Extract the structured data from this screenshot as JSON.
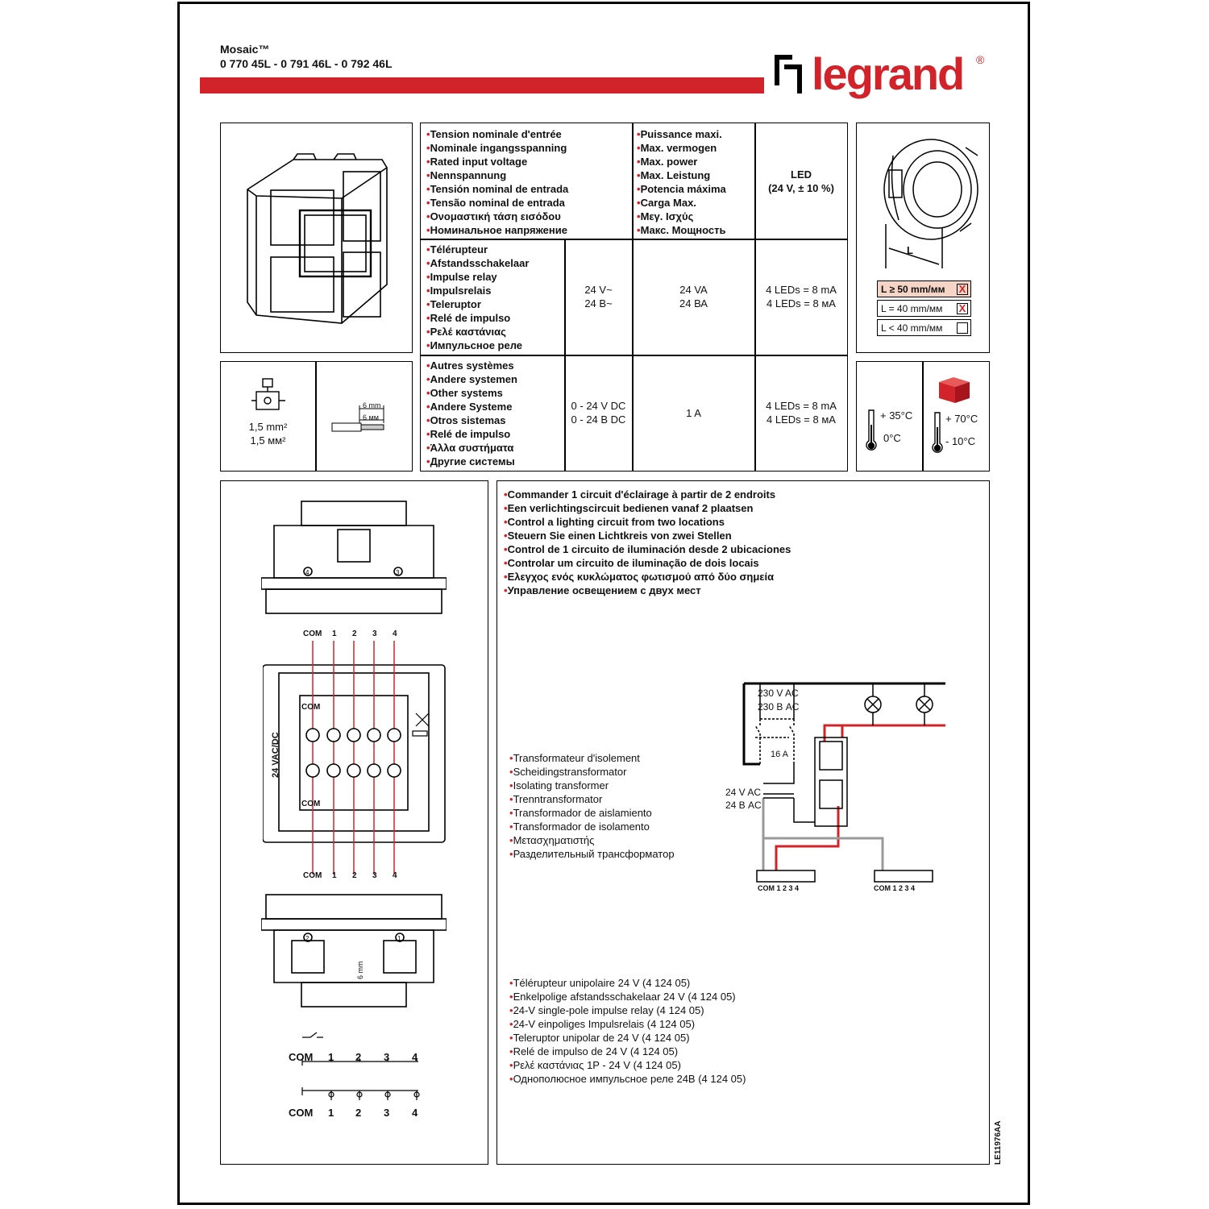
{
  "header": {
    "brand": "legrand",
    "series": "Mosaic™",
    "refs": "0 770 45L - 0 791 46L - 0 792 46L",
    "registered": "®"
  },
  "colors": {
    "accent": "#d2232a",
    "highlight": "#f6d5c6"
  },
  "spec": {
    "voltage_label": [
      "Tension nominale d'entrée",
      "Nominale ingangsspanning",
      "Rated input voltage",
      "Nennspannung",
      "Tensión nominal de entrada",
      "Tensão nominal de entrada",
      "Ονομαστική τάση εισόδου",
      "Номинальное напряжение"
    ],
    "power_label": [
      "Puissance maxi.",
      "Max. vermogen",
      "Max. power",
      "Max. Leistung",
      "Potencia máxima",
      "Carga Max.",
      "Μεγ. Ισχύς",
      "Макс. Мощность"
    ],
    "led_title": "LED",
    "led_sub": "(24 V, ± 10 %)",
    "relay_label": [
      "Télérupteur",
      "Afstandsschakelaar",
      "Impulse relay",
      "Impulsrelais",
      "Teleruptor",
      "Relé de impulso",
      "Ρελέ καστάνιας",
      "Импульсное реле"
    ],
    "relay_voltage": [
      "24 V~",
      "24 В~"
    ],
    "relay_power": [
      "24 VA",
      "24 ВА"
    ],
    "relay_led": [
      "4 LEDs = 8 mA",
      "4 LEDs = 8 мА"
    ],
    "other_label": [
      "Autres systèmes",
      "Andere systemen",
      "Other systems",
      "Andere Systeme",
      "Otros sistemas",
      "Relé de impulso",
      "Άλλα συστήματα",
      "Другие системы"
    ],
    "other_voltage": [
      "0 - 24 V DC",
      "0 - 24 В DC"
    ],
    "other_power": "1 A",
    "other_led": [
      "4 LEDs = 8 mA",
      "4 LEDs = 8 мА"
    ]
  },
  "wire": {
    "section": [
      "1,5 mm²",
      "1,5 мм²"
    ],
    "strip_a": "6 mm",
    "strip_b": "6 мм"
  },
  "mounting": {
    "label": "L",
    "rows": [
      {
        "text": "L ≥ 50 mm/мм",
        "mark": "X"
      },
      {
        "text": "L = 40 mm/мм",
        "mark": "X"
      },
      {
        "text": "L < 40 mm/мм",
        "mark": ""
      }
    ]
  },
  "temps": {
    "use_max": "+ 35°C",
    "use_min": "0°C",
    "store_max": "+ 70°C",
    "store_min": "- 10°C"
  },
  "function": [
    "Commander 1 circuit d'éclairage à partir de 2 endroits",
    "Een verlichtingscircuit bedienen vanaf 2 plaatsen",
    "Control a lighting circuit from two locations",
    "Steuern Sie einen Lichtkreis von zwei Stellen",
    "Control de 1 circuito de iluminación desde 2 ubicaciones",
    "Controlar um circuito de iluminação de dois locais",
    "Ελεγχος ενός κυκλώματος φωτισμού από δύο σημεία",
    "Управление освещением с двух мест"
  ],
  "transformer": [
    "Transformateur d'isolement",
    "Scheidingstransformator",
    "Isolating transformer",
    "Trenntransformator",
    "Transformador de aislamiento",
    "Transformador de isolamento",
    "Μετασχηματιστής",
    "Разделительный трансформатор"
  ],
  "relay_ref": [
    "Télérupteur unipolaire 24 V (4 124 05)",
    "Enkelpolige afstandsschakelaar 24 V (4 124 05)",
    "24-V single-pole impulse relay (4 124 05)",
    "24-V einpoliges Impulsrelais (4 124 05)",
    "Teleruptor unipolar de 24 V (4 124 05)",
    "Relé de impulso de 24 V (4 124 05)",
    "Ρελέ καστάνιας 1P - 24 V (4 124 05)",
    "Однополюсное импульсное реле 24В (4 124 05)"
  ],
  "schema": {
    "mains_a": "230 V AC",
    "mains_b": "230 В AC",
    "fuse": "16 A",
    "low_a": "24 V AC",
    "low_b": "24 В AC",
    "terms": "COM 1 2 3 4"
  },
  "terminals": {
    "com": "COM",
    "t1": "1",
    "t2": "2",
    "t3": "3",
    "t4": "4",
    "vac": "24 VAC/DC",
    "six": "6 mm",
    "c4": "4",
    "c3": "3",
    "c2": "2",
    "c1": "1"
  },
  "docref": "LE11976AA"
}
